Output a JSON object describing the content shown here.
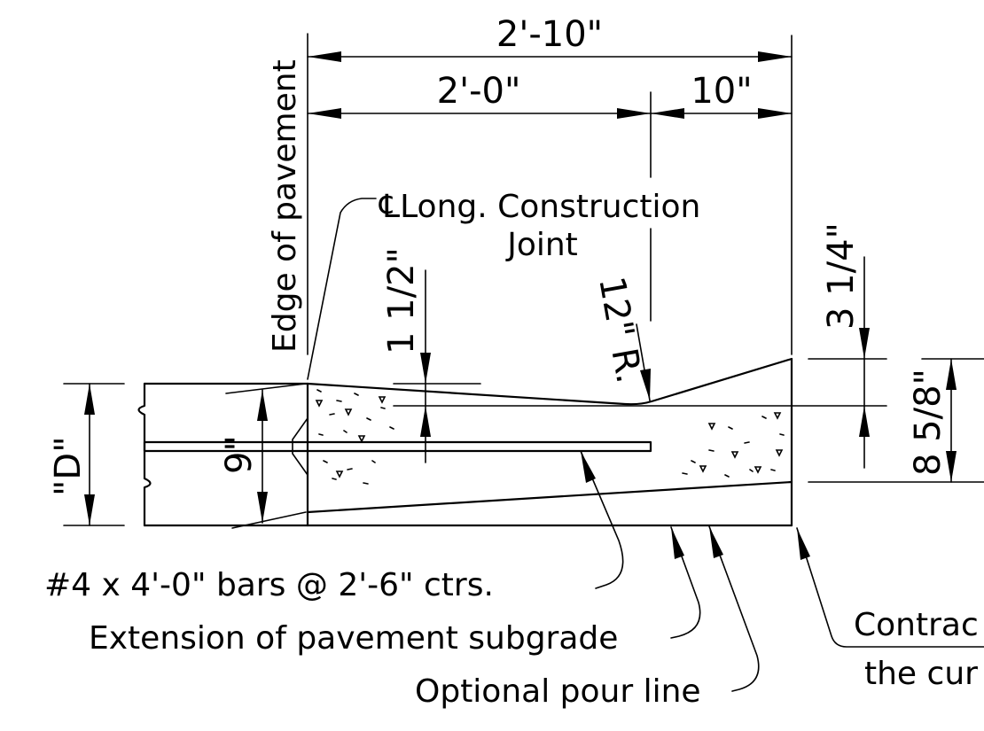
{
  "dimensions": {
    "overall_width": "2'-10\"",
    "slab_width": "2'-0\"",
    "curb_width": "10\"",
    "lip_drop": "1 1/2\"",
    "curb_rise": "3 1/4\"",
    "curb_depth": "8 5/8\"",
    "pavement_depth": "\"D\"",
    "gutter_depth": "9\"",
    "radius": "12\" R."
  },
  "labels": {
    "edge_of_pavement": "Edge of pavement",
    "construction_joint_line1": "℄Long. Construction",
    "construction_joint_line2": "Joint",
    "bars": "#4 x 4'-0\" bars @ 2'-6\" ctrs.",
    "subgrade": "Extension of pavement subgrade",
    "pour_line": "Optional pour line",
    "contraction_line1": "Contrac",
    "contraction_line2": "the cur"
  }
}
